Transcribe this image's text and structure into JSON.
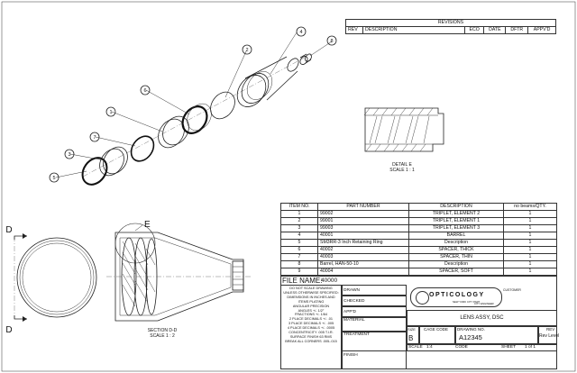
{
  "revisions": {
    "title": "REVISIONS",
    "headers": [
      "REV",
      "DESCRIPTION",
      "ECO",
      "DATE",
      "DFTR",
      "APPV'D"
    ]
  },
  "balloons": [
    "1",
    "2",
    "3",
    "4",
    "5",
    "6",
    "7",
    "8"
  ],
  "detail": {
    "label": "E",
    "title": "DETAIL E",
    "scale": "SCALE 1 : 1"
  },
  "section": {
    "label": "D",
    "arrow_label": "E",
    "title": "SECTION D-D",
    "scale": "SCALE 1 : 2"
  },
  "bom": {
    "headers": [
      "ITEM NO.",
      "PART NUMBER",
      "DESCRIPTION",
      "no beams/QTY."
    ],
    "rows": [
      [
        "1",
        "99002",
        "TRIPLET, ELEMENT 2",
        "1"
      ],
      [
        "2",
        "99001",
        "TRIPLET, ELEMENT 1",
        "1"
      ],
      [
        "3",
        "99003",
        "TRIPLET, ELEMENT 3",
        "1"
      ],
      [
        "4",
        "40001",
        "BARREL",
        "1"
      ],
      [
        "5",
        "SM3RR-3 Inch Retaining Ring",
        "Description",
        "1"
      ],
      [
        "6",
        "40002",
        "SPACER, THICK",
        "1"
      ],
      [
        "7",
        "40003",
        "SPACER, THIN",
        "1"
      ],
      [
        "8",
        "Barrel, HAN-50-10",
        "Description",
        "1"
      ],
      [
        "9",
        "40004",
        "SPACER, SOFT",
        "1"
      ]
    ]
  },
  "title_block": {
    "file_name_label": "FILE NAME:",
    "file_name": "40000",
    "notes": [
      "DO NOT SCALE DRAWING",
      "UNLESS OTHERWISE SPECIFIED:",
      "DIMENSIONS IN INCHES AND",
      "ITEMS PLATING",
      "ANGULAR PRECISION",
      "ANGLES +/- 1/2°",
      "FRACTIONS +/- 1/64",
      "2 PLACE DECIMALS +/- .01",
      "3 PLACE DECIMALS +/- .005",
      "4 PLACE DECIMALS +/- .0005",
      "CONCENTRICITY .005 T.I.R.",
      "SURFACE FINISH 63 RMS",
      "BREAK ALL CORNERS .005-.015"
    ],
    "drawn_label": "DRAWN",
    "checked_label": "CHECKED",
    "appd_label": "APP'D",
    "material_label": "MATERIAL",
    "treatment_label": "TREATMENT",
    "finish_label": "FINISH",
    "company": "OPTICOLOGY",
    "customer_label": "CUSTOMER",
    "company_sub": "NEW YORK CITY PART",
    "company_sub2": "CITY ENGINEER",
    "drawing_title": "LENS ASSY, DSC",
    "size_label": "SIZE",
    "size": "B",
    "cage_label": "CAGE CODE",
    "drawing_no_label": "DRAWING NO.",
    "drawing_no": "A12345",
    "rev_label": "REV",
    "rev": "Rev Level",
    "scale_label": "SCALE",
    "scale": "1:4",
    "code_label": "CODE",
    "sheet_label": "SHEET",
    "sheet": "1 of 1"
  },
  "colors": {
    "line": "#222222",
    "paper": "#ffffff"
  }
}
